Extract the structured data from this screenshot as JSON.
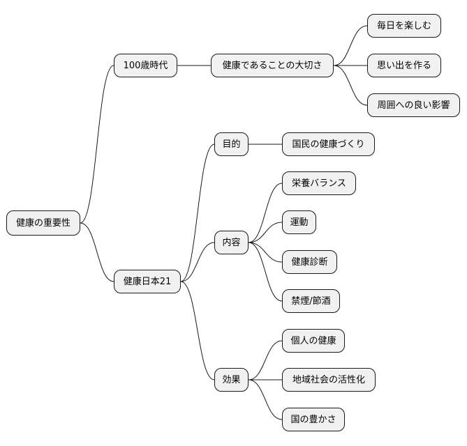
{
  "diagram": {
    "type": "mindmap",
    "colors": {
      "node_fill": "#f1f1f1",
      "node_border": "#181818",
      "line": "#181818",
      "text": "#000000",
      "background": "#ffffff"
    },
    "root": {
      "id": "root",
      "label": "健康の重要性",
      "children": [
        {
          "id": "n100",
          "label": "100歳時代",
          "children": [
            {
              "id": "n100a",
              "label": "健康であることの大切さ",
              "children": [
                {
                  "id": "n100a1",
                  "label": "毎日を楽しむ",
                  "children": []
                },
                {
                  "id": "n100a2",
                  "label": "思い出を作る",
                  "children": []
                },
                {
                  "id": "n100a3",
                  "label": "周囲への良い影響",
                  "children": []
                }
              ]
            }
          ]
        },
        {
          "id": "n21",
          "label": "健康日本21",
          "children": [
            {
              "id": "n21a",
              "label": "目的",
              "children": [
                {
                  "id": "n21a1",
                  "label": "国民の健康づくり",
                  "children": []
                }
              ]
            },
            {
              "id": "n21b",
              "label": "内容",
              "children": [
                {
                  "id": "n21b1",
                  "label": "栄養バランス",
                  "children": []
                },
                {
                  "id": "n21b2",
                  "label": "運動",
                  "children": []
                },
                {
                  "id": "n21b3",
                  "label": "健康診断",
                  "children": []
                },
                {
                  "id": "n21b4",
                  "label": "禁煙/節酒",
                  "children": []
                }
              ]
            },
            {
              "id": "n21c",
              "label": "効果",
              "children": [
                {
                  "id": "n21c1",
                  "label": "個人の健康",
                  "children": []
                },
                {
                  "id": "n21c2",
                  "label": "地域社会の活性化",
                  "children": []
                },
                {
                  "id": "n21c3",
                  "label": "国の豊かさ",
                  "children": []
                }
              ]
            }
          ]
        }
      ]
    }
  }
}
